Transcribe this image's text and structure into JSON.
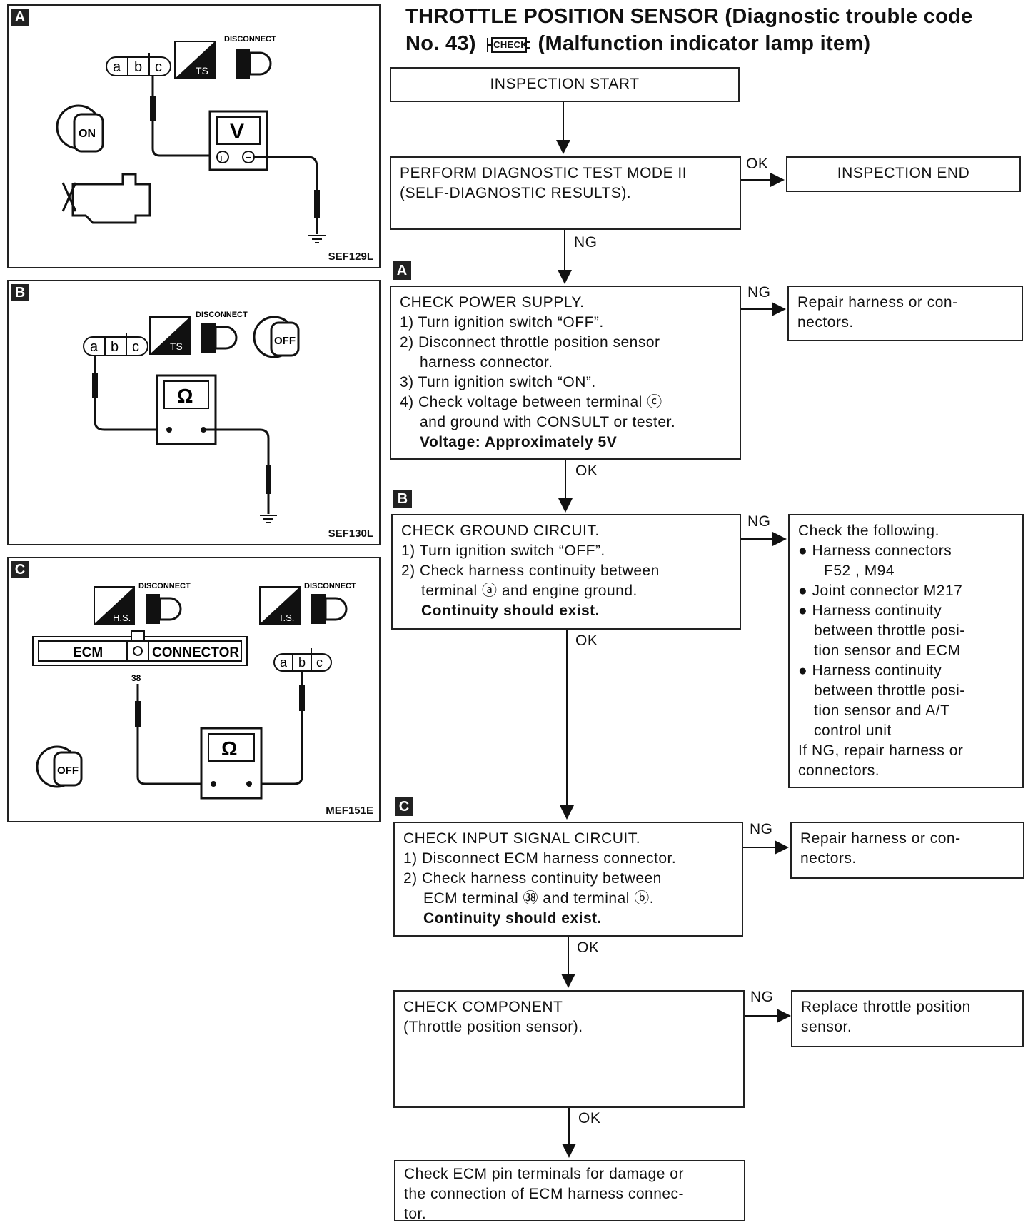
{
  "title": {
    "line1": "THROTTLE POSITION SENSOR (Diagnostic trouble code",
    "line2_prefix": "No. 43)",
    "check_icon_text": "CHECK",
    "line2_suffix": "(Malfunction indicator lamp item)"
  },
  "figures": {
    "a": {
      "letter": "A",
      "code": "SEF129L",
      "disconnect": "DISCONNECT",
      "terminals": [
        "a",
        "b",
        "c"
      ],
      "ts": "TS",
      "meter": "V",
      "key": "ON"
    },
    "b": {
      "letter": "B",
      "code": "SEF130L",
      "disconnect": "DISCONNECT",
      "terminals": [
        "a",
        "b",
        "c"
      ],
      "ts": "TS",
      "meter": "Ω",
      "key": "OFF"
    },
    "c": {
      "letter": "C",
      "code": "MEF151E",
      "disconnect": "DISCONNECT",
      "hs": "H.S.",
      "ts": "T.S.",
      "ecm": "ECM",
      "connector": "CONNECTOR",
      "pin": "38",
      "terminals": [
        "a",
        "b",
        "c"
      ],
      "meter": "Ω",
      "key": "OFF"
    }
  },
  "flow": {
    "start": "INSPECTION START",
    "step1": "PERFORM DIAGNOSTIC TEST MODE II\n(SELF-DIAGNOSTIC RESULTS).",
    "end": "INSPECTION END",
    "step_a": {
      "letter": "A",
      "title": "CHECK POWER SUPPLY.",
      "s1": "1) Turn ignition switch “OFF”.",
      "s2a": "2) Disconnect throttle position sensor",
      "s2b": "harness connector.",
      "s3": "3) Turn ignition switch “ON”.",
      "s4a": "4) Check voltage between terminal ⓒ",
      "s4b": "and ground with CONSULT or tester.",
      "spec": "Voltage: Approximately 5V"
    },
    "ng_a": "Repair harness or con-\nnectors.",
    "step_b": {
      "letter": "B",
      "title": "CHECK GROUND CIRCUIT.",
      "s1": "1) Turn ignition switch “OFF”.",
      "s2a": "2) Check harness continuity between",
      "s2b": "terminal ⓐ and engine ground.",
      "spec": "Continuity should exist."
    },
    "ng_b": {
      "intro": "Check the following.",
      "b1": "● Harness connectors",
      "b1b": "F52 , M94",
      "b2": "● Joint connector M217",
      "b3": "● Harness continuity\nbetween throttle posi-\ntion sensor and ECM",
      "b4": "● Harness continuity\nbetween throttle posi-\ntion sensor and A/T\ncontrol unit",
      "outro": "If NG, repair harness or\nconnectors."
    },
    "step_c": {
      "letter": "C",
      "title": "CHECK INPUT SIGNAL CIRCUIT.",
      "s1": "1) Disconnect ECM harness connector.",
      "s2a": "2) Check harness continuity between",
      "s2b": "ECM terminal ㊳ and terminal ⓑ.",
      "spec": "Continuity should exist."
    },
    "ng_c": "Repair harness or con-\nnectors.",
    "step_comp": "CHECK COMPONENT\n(Throttle position sensor).",
    "ng_comp": "Replace throttle position\nsensor.",
    "final": "Check ECM pin terminals for damage or\nthe connection of ECM harness connec-\ntor.",
    "labels": {
      "ok": "OK",
      "ng": "NG"
    }
  }
}
